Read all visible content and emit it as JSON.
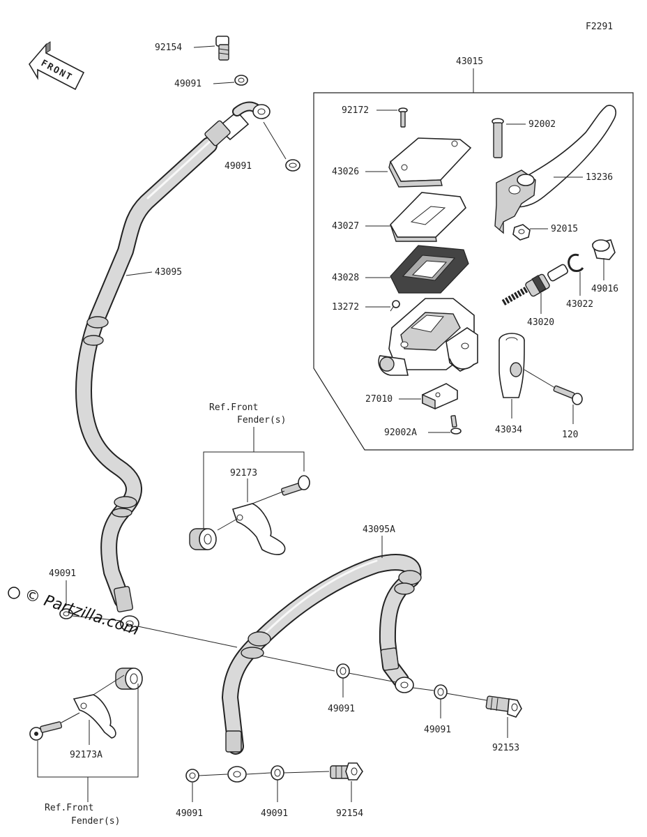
{
  "figure_code": "F2291",
  "front_arrow_label": "FRONT",
  "watermark": "© Partzilla.com",
  "assembly_label": "43015",
  "parts": {
    "bolt_92154_top": "92154",
    "washer_49091_top_a": "49091",
    "washer_49091_top_b": "49091",
    "hose_43095": "43095",
    "washer_49091_left": "49091",
    "screw_92172": "92172",
    "cap_43026": "43026",
    "plate_43027": "43027",
    "diaphragm_43028": "43028",
    "cap_13272": "13272",
    "bracket_27010": "27010",
    "screw_92002A": "92002A",
    "bolt_92002": "92002",
    "lever_13236": "13236",
    "nut_92015": "92015",
    "cover_49016": "49016",
    "circlip_43022": "43022",
    "piston_43020": "43020",
    "holder_43034": "43034",
    "bolt_120": "120",
    "clamp_92173": "92173",
    "hose_43095A": "43095A",
    "washer_49091_mid_a": "49091",
    "washer_49091_mid_b": "49091",
    "bolt_92153": "92153",
    "clamp_92173A": "92173A",
    "washer_49091_bot_a": "49091",
    "washer_49091_bot_b": "49091",
    "bolt_92154_bot": "92154"
  },
  "refs": {
    "ref_top_line1": "Ref.Front",
    "ref_top_line2": "Fender(s)",
    "ref_bot_line1": "Ref.Front",
    "ref_bot_line2": "Fender(s)"
  }
}
